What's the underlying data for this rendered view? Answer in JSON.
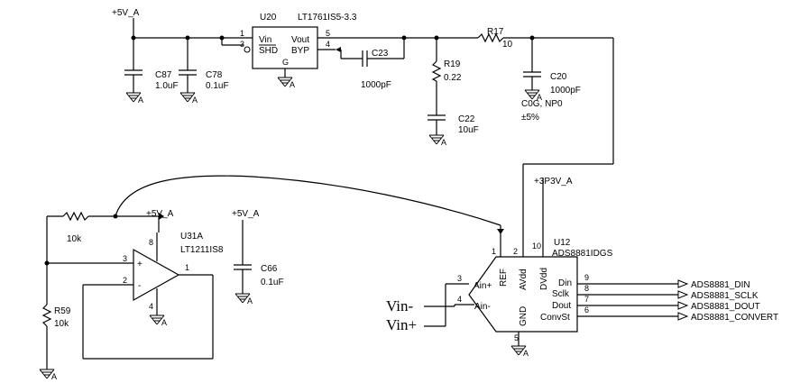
{
  "supplies": {
    "p5v_top": "+5V_A",
    "p5v_opamp": "+5V_A",
    "p5v_c66": "+5V_A",
    "p3p3v": "+3P3V_A"
  },
  "ground_label": "A",
  "u20": {
    "ref": "U20",
    "part": "LT1761IS5-3.3",
    "pin_vin": "Vin",
    "pin_shd": "SHD",
    "pin_vout": "Vout",
    "pin_byp": "BYP",
    "pin_g": "G",
    "pin_1": "1",
    "pin_3": "3",
    "pin_5": "5",
    "pin_4": "4"
  },
  "c87": {
    "ref": "C87",
    "value": "1.0uF"
  },
  "c78": {
    "ref": "C78",
    "value": "0.1uF"
  },
  "c23": {
    "ref": "C23",
    "value": "1000pF"
  },
  "r19": {
    "ref": "R19",
    "value": "0.22"
  },
  "c22": {
    "ref": "C22",
    "value": "10uF"
  },
  "r17": {
    "ref": "R17",
    "value": "10"
  },
  "c20": {
    "ref": "C20",
    "value": "1000pF",
    "note1": "C0G, NP0",
    "note2": "±5%"
  },
  "r_fb": {
    "value": "10k"
  },
  "u31a": {
    "ref": "U31A",
    "part": "LT1211IS8",
    "pin_3": "3",
    "pin_2": "2",
    "pin_1": "1",
    "pin_8": "8",
    "pin_4": "4",
    "plus": "+",
    "minus": "-"
  },
  "c66": {
    "ref": "C66",
    "value": "0.1uF"
  },
  "r59": {
    "ref": "R59",
    "value": "10k"
  },
  "u12": {
    "ref": "U12",
    "part": "ADS8881IDGS",
    "pin_ref": "REF",
    "pin_avdd": "AVdd",
    "pin_dvdd": "DVdd",
    "pin_ainp": "Ain+",
    "pin_ainm": "Ain-",
    "pin_gnd": "GND",
    "pin_din": "Din",
    "pin_sclk": "Sclk",
    "pin_dout": "Dout",
    "pin_convst": "ConvSt",
    "n1": "1",
    "n2": "2",
    "n10": "10",
    "n3": "3",
    "n4": "4",
    "n5": "5",
    "n9": "9",
    "n8": "8",
    "n7": "7",
    "n6": "6"
  },
  "inputs": {
    "vin_minus": "Vin-",
    "vin_plus": "Vin+"
  },
  "signals": {
    "din": "ADS8881_DIN",
    "sclk": "ADS8881_SCLK",
    "dout": "ADS8881_DOUT",
    "convert": "ADS8881_CONVERT"
  }
}
